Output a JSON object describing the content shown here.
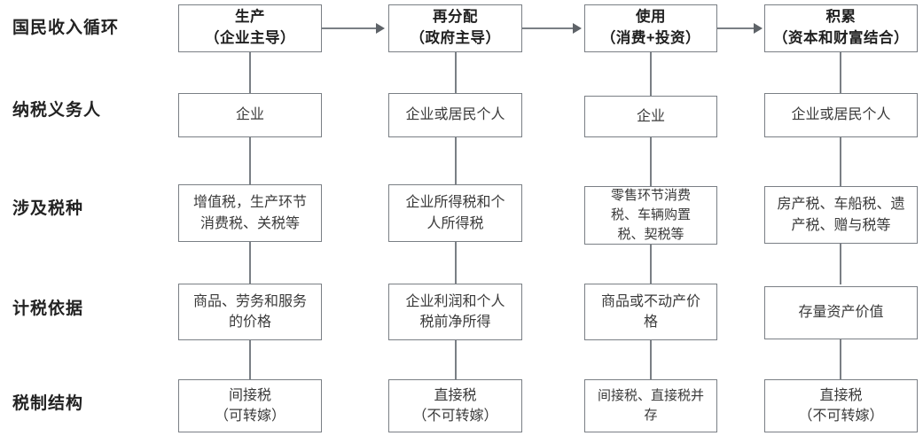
{
  "diagram": {
    "title_row_label": "国民收入循环",
    "row_labels": [
      "国民收入循环",
      "纳税义务人",
      "涉及税种",
      "计税依据",
      "税制结构"
    ],
    "colors": {
      "box_border": "#7a7f85",
      "line": "#7a7f85",
      "arrow": "#5e6368",
      "label_text": "#222222",
      "box_text": "#3a3a3a",
      "background": "#ffffff"
    },
    "columns": [
      {
        "stage_title": "生产",
        "stage_subtitle": "（企业主导）",
        "taxpayer": "企业",
        "tax_types_lines": [
          "增值税，生产环节",
          "消费税、关税等"
        ],
        "tax_basis_lines": [
          "商品、劳务和服务",
          "的价格"
        ],
        "tax_structure_lines": [
          "间接税",
          "（可转嫁）"
        ]
      },
      {
        "stage_title": "再分配",
        "stage_subtitle": "（政府主导）",
        "taxpayer": "企业或居民个人",
        "tax_types_lines": [
          "企业所得税和个",
          "人所得税"
        ],
        "tax_basis_lines": [
          "企业利润和个人",
          "税前净所得"
        ],
        "tax_structure_lines": [
          "直接税",
          "（不可转嫁）"
        ]
      },
      {
        "stage_title": "使用",
        "stage_subtitle": "（消费+投资）",
        "taxpayer": "企业",
        "tax_types_lines": [
          "零售环节消费",
          "税、车辆购置",
          "税、契税等"
        ],
        "tax_basis_lines": [
          "商品或不动产价",
          "格"
        ],
        "tax_structure_lines": [
          "间接税、直接税并",
          "存"
        ]
      },
      {
        "stage_title": "积累",
        "stage_subtitle": "（资本和财富结合）",
        "taxpayer": "企业或居民个人",
        "tax_types_lines": [
          "房产税、车船税、遗",
          "产税、赠与税等"
        ],
        "tax_basis_lines": [
          "存量资产价值"
        ],
        "tax_structure_lines": [
          "直接税",
          "（不可转嫁）"
        ]
      }
    ],
    "flow_arrows": [
      {
        "from": "生产",
        "to": "再分配"
      },
      {
        "from": "再分配",
        "to": "使用"
      },
      {
        "from": "使用",
        "to": "积累"
      }
    ]
  }
}
